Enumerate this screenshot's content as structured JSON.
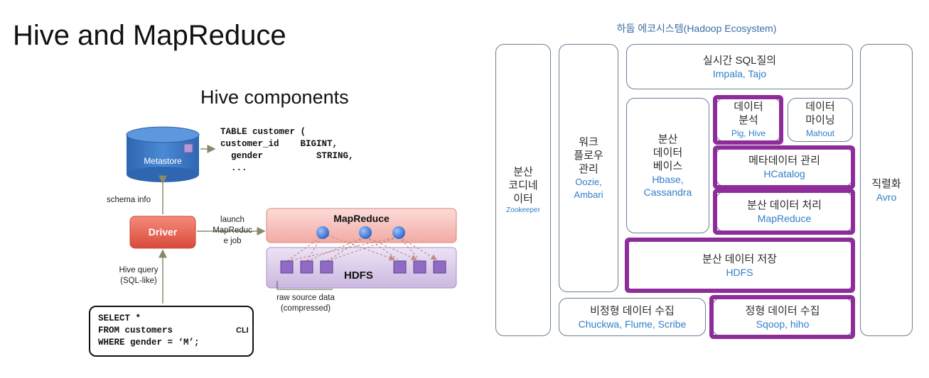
{
  "left": {
    "title": "Hive and MapReduce",
    "subtitle": "Hive components",
    "metastore_label": "Metastore",
    "table_def": "TABLE customer (\ncustomer_id    BIGINT,\n  gender          STRING,\n  ...",
    "schema_info": "schema info",
    "driver_label": "Driver",
    "launch_label": "launch\nMapReduc\ne job",
    "mapreduce_label": "MapReduce",
    "hdfs_label": "HDFS",
    "raw_source": "raw source data\n(compressed)",
    "hive_query": "Hive query\n(SQL-like)",
    "sql_text": "SELECT *\nFROM customers\nWHERE gender = ‘M’;",
    "cli_label": "CLI",
    "colors": {
      "metastore": "#3b78c4",
      "driver": "#e8614f",
      "mapreduce_bg": "#f6c3bf",
      "hdfs_bg": "#d9cbe8",
      "node": "#3d7be0",
      "block": "#8f6bc4"
    }
  },
  "right": {
    "title": "하둡 에코시스템(Hadoop Ecosystem)",
    "coord": {
      "ko": "분산\n코디네\n이터",
      "en": "Zookeeper"
    },
    "workflow": {
      "ko": "워크\n플로우\n관리",
      "en": "Oozie,\nAmbari"
    },
    "realtime": {
      "ko": "실시간 SQL질의",
      "en": "Impala, Tajo"
    },
    "nosql": {
      "ko": "분산\n데이터\n베이스",
      "en": "Hbase,\nCassandra"
    },
    "analysis": {
      "ko": "데이터\n분석",
      "en": "Pig, Hive"
    },
    "mining": {
      "ko": "데이터\n마이닝",
      "en": "Mahout"
    },
    "meta": {
      "ko": "메타데이터 관리",
      "en": "HCatalog"
    },
    "processing": {
      "ko": "분산 데이터 처리",
      "en": "MapReduce"
    },
    "storage": {
      "ko": "분산 데이터 저장",
      "en": "HDFS"
    },
    "unstructured": {
      "ko": "비정형 데이터 수집",
      "en": "Chuckwa, Flume, Scribe"
    },
    "structured": {
      "ko": "정형 데이터 수집",
      "en": "Sqoop, hiho"
    },
    "serialization": {
      "ko": "직렬화",
      "en": "Avro"
    },
    "colors": {
      "highlight": "#8e2c9a",
      "box_border": "#6b7f93",
      "english_text": "#2f7fc8"
    }
  }
}
